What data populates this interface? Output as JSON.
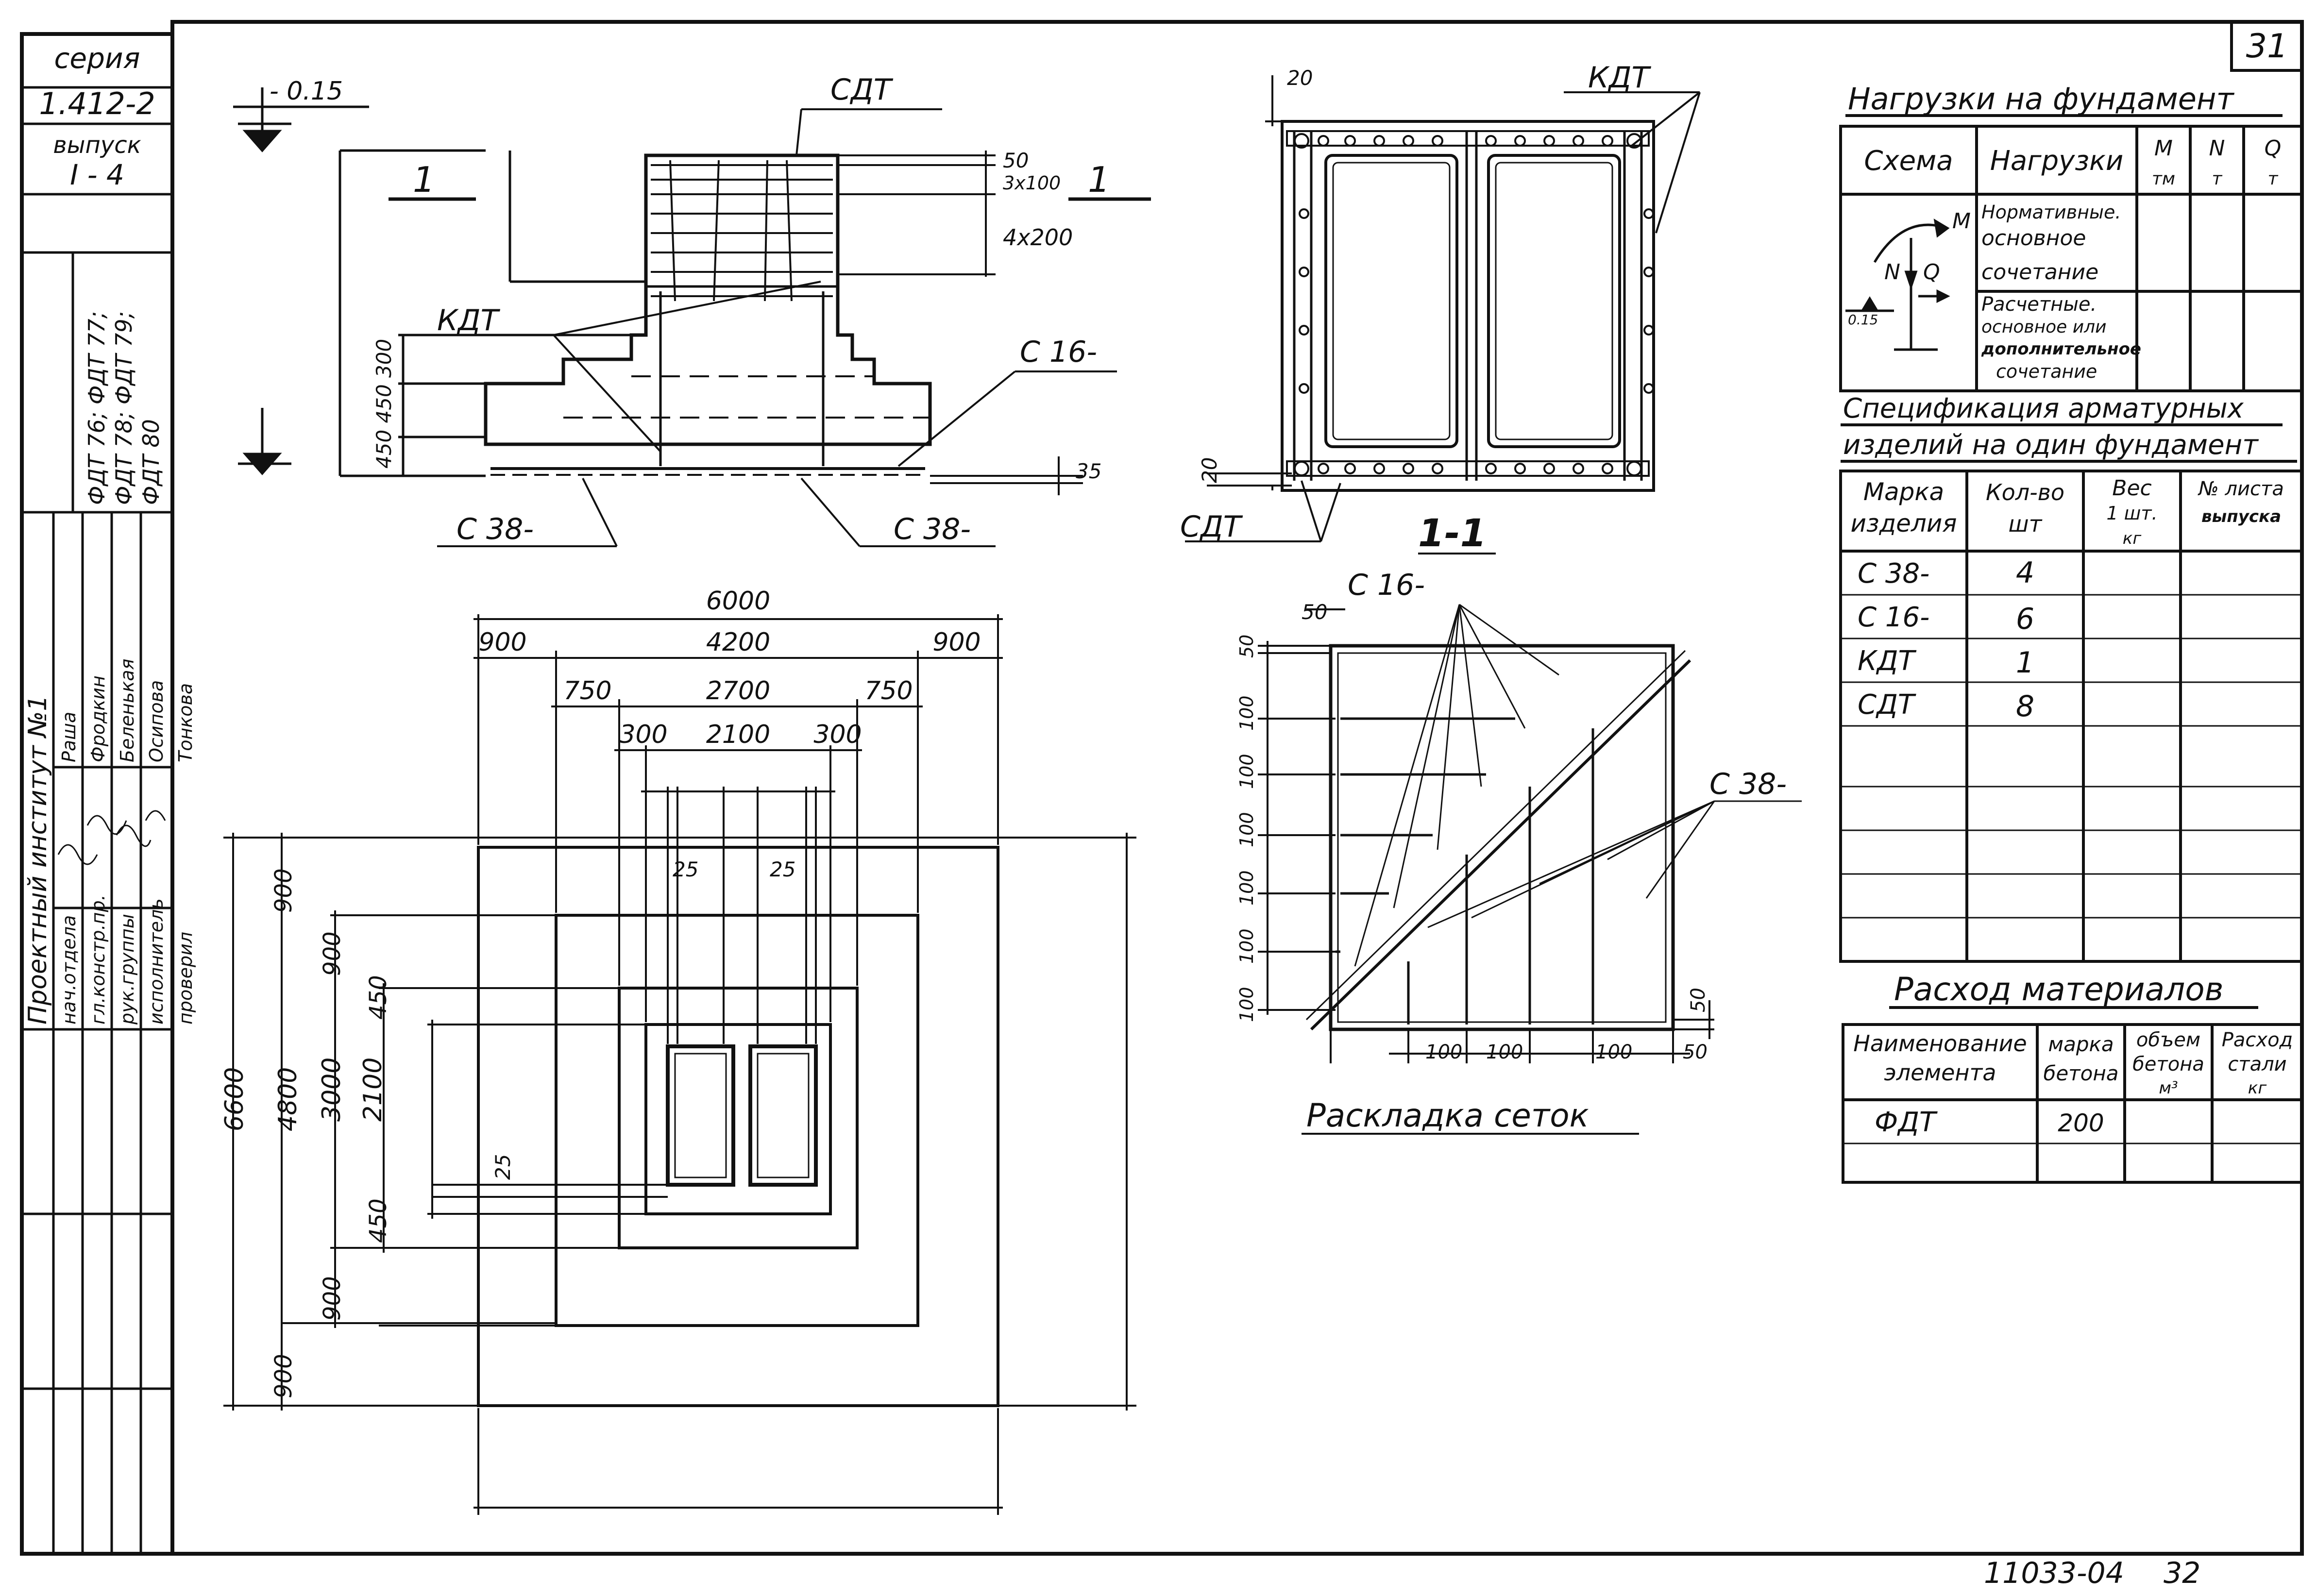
{
  "sheet_number": "31",
  "footer": {
    "doc_code": "11033-04",
    "page": "32"
  },
  "stamp": {
    "series_label": "серия",
    "series_value": "1.412-2",
    "issue_label": "выпуск",
    "issue_value": "I - 4",
    "marks": [
      "ФДТ 76; ФДТ 77;",
      "ФДТ 78; ФДТ 79;",
      "ФДТ 80"
    ],
    "institute": "Проектный институт №1",
    "roles": [
      {
        "role": "нач.отдела",
        "name": "Раша"
      },
      {
        "role": "гл.констр.пр.",
        "name": "Фродкин"
      },
      {
        "role": "рук.группы",
        "name": "Беленькая"
      },
      {
        "role": "исполнитель",
        "name": "Осипова"
      },
      {
        "role": "проверил",
        "name": "Тонкова"
      }
    ]
  },
  "elevation": {
    "level": "- 0.15",
    "section_mark": "1",
    "heights": "450 450 300",
    "rebar_dims": [
      "50",
      "3x100",
      "4x200"
    ],
    "cover": "35",
    "labels": {
      "sdt": "СДТ",
      "kdt": "КДТ",
      "c16": "С 16-",
      "c38_left": "С 38-",
      "c38_right": "С 38-"
    }
  },
  "section_1_1": {
    "title": "1-1",
    "labels": {
      "kdt": "КДТ",
      "sdt": "СДТ"
    },
    "dims": [
      "20",
      "20"
    ]
  },
  "mesh_layout": {
    "title": "Раскладка сеток",
    "labels": {
      "c16": "С 16-",
      "c38": "С 38-"
    },
    "top_dims": [
      "50",
      "50"
    ],
    "side_dims": [
      "100",
      "100",
      "100",
      "100",
      "100",
      "100"
    ],
    "bottom_dims": [
      "100",
      "100",
      "100",
      "50"
    ],
    "right_dim": "50"
  },
  "plan": {
    "top_dims": [
      {
        "row": 1,
        "values": [
          "6000"
        ]
      },
      {
        "row": 2,
        "values": [
          "900",
          "4200",
          "900"
        ]
      },
      {
        "row": 3,
        "values": [
          "750",
          "2700",
          "750"
        ]
      },
      {
        "row": 4,
        "values": [
          "300",
          "2100",
          "300"
        ]
      }
    ],
    "small_dims": [
      "25",
      "25",
      "25"
    ],
    "left_dims": {
      "outer": "6600",
      "second": "4800",
      "third": "3000",
      "fourth": "2100",
      "steps": [
        "900",
        "900",
        "450",
        "450",
        "900",
        "900"
      ]
    }
  },
  "loads_table": {
    "title": "Нагрузки на фундамент",
    "headers": [
      "Схема",
      "Нагрузки",
      "М",
      "N",
      "Q"
    ],
    "units": [
      "тм",
      "т",
      "т"
    ],
    "scheme_labels": [
      "M",
      "N",
      "Q",
      "0.15"
    ],
    "rows": [
      {
        "lines": [
          "Нормативные.",
          "основное",
          "сочетание"
        ]
      },
      {
        "lines": [
          "Расчетные.",
          "основное или",
          "дополнительное",
          "сочетание"
        ]
      }
    ]
  },
  "spec_table": {
    "title_lines": [
      "Спецификация арматурных",
      "изделий на один фундамент"
    ],
    "headers": [
      "Марка изделия",
      "Кол-во шт",
      "Вес 1 шт. кг",
      "№ листа выпуска"
    ],
    "header_lines": [
      [
        "Марка",
        "изделия"
      ],
      [
        "Кол-во",
        "шт"
      ],
      [
        "Вес",
        "1 шт.",
        "кг"
      ],
      [
        "№ листа",
        "выпуска"
      ]
    ],
    "rows": [
      {
        "mark": "С 38-",
        "qty": "4"
      },
      {
        "mark": "С 16-",
        "qty": "6"
      },
      {
        "mark": "КДТ",
        "qty": "1"
      },
      {
        "mark": "СДТ",
        "qty": "8"
      }
    ]
  },
  "materials_table": {
    "title": "Расход материалов",
    "header_lines": [
      [
        "Наименование",
        "элемента"
      ],
      [
        "марка",
        "бетона"
      ],
      [
        "объем",
        "бетона",
        "м³"
      ],
      [
        "Расход",
        "стали",
        "кг"
      ]
    ],
    "rows": [
      {
        "name": "ФДТ",
        "grade": "200"
      }
    ]
  }
}
